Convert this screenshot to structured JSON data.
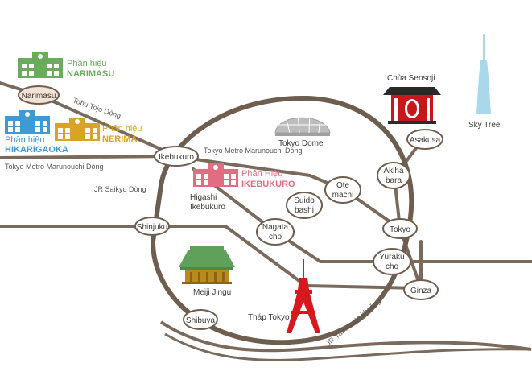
{
  "branches": [
    {
      "label": "Phân hiệu",
      "name": "NARIMASU",
      "color": "#6aab5e"
    },
    {
      "label": "Phân hiệu",
      "name": "HIKARIGAOKA",
      "color": "#3f9ad3"
    },
    {
      "label": "Phân hiệu",
      "name": "NERIMA",
      "color": "#d9a325"
    },
    {
      "label": "Phân Hiệu",
      "name": "IKEBUKURO",
      "color": "#e06d82"
    }
  ],
  "stations": {
    "narimasu": "Narimasu",
    "ikebukuro": "Ikebukuro",
    "shinjuku": "Shinjuku",
    "shibuya": "Shibuya",
    "tokyo": "Tokyo",
    "asakusa": "Asakusa",
    "akihabara": [
      "Akiha",
      "bara"
    ],
    "otemachi": [
      "Ote",
      "machi"
    ],
    "suidobashi": [
      "Suido",
      "bashi"
    ],
    "nagatacho": [
      "Nagata",
      "cho"
    ],
    "yurakucho": [
      "Yuraku",
      "cho"
    ],
    "ginza": "Ginza",
    "higashi_ikebukuro": [
      "Higashi",
      "Ikebukuro"
    ]
  },
  "lines": {
    "tobu_tojo": "Tobu Tojo Dòng",
    "marunouchi_left": "Tokyo Metro Marunouchi Dòng",
    "marunouchi_right": "Tokyo Metro Marunouchi Dòng",
    "saikyo": "JR Saikyo Dòng",
    "yamanote": "JR Yamanote khoảng"
  },
  "landmarks": {
    "sensoji": "Chùa Sensoji",
    "skytree": "Sky Tree",
    "tokyo_dome": "Tokyo Dome",
    "meiji_jingu": "Meiji Jingu",
    "tokyo_tower": "Tháp Tokyo"
  },
  "colors": {
    "rail": "#7a6a5c",
    "loop": "#6e5e50",
    "station_fill": "#ffffff",
    "sensoji_red": "#c8161d",
    "tower_red": "#d7191f",
    "skytree_blue": "#a8d8ea",
    "dome_gray": "#bdbdbd",
    "shrine_green": "#5fa05a",
    "shrine_gold": "#b88a1f"
  }
}
